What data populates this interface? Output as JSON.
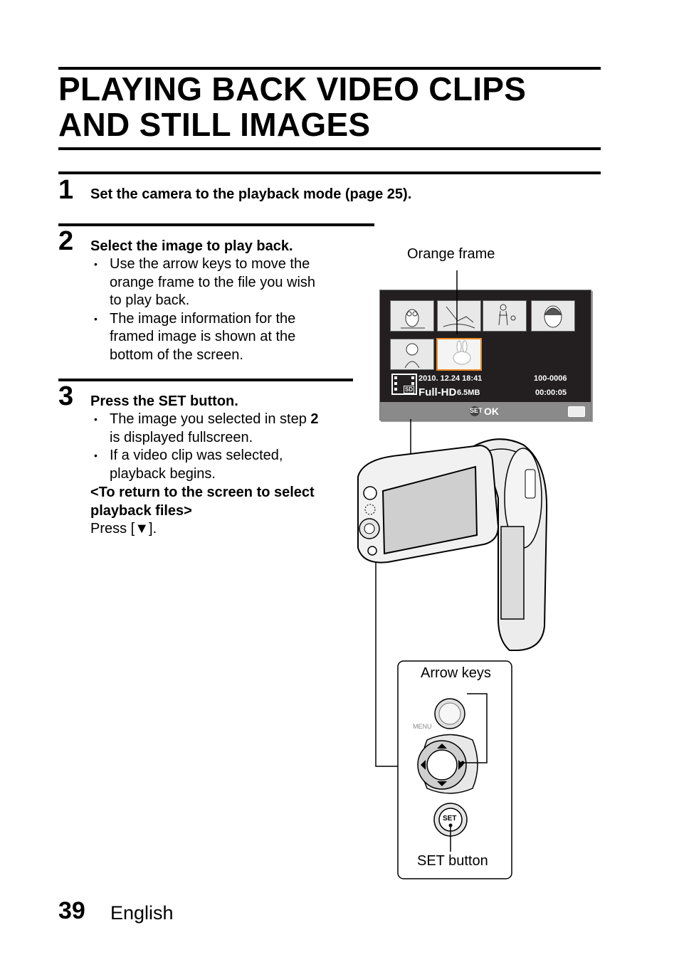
{
  "page": {
    "title": "PLAYING BACK VIDEO CLIPS AND STILL IMAGES",
    "page_number": "39",
    "language": "English"
  },
  "steps": [
    {
      "number": "1",
      "heading": "Set the camera to the playback mode (page 25)."
    },
    {
      "number": "2",
      "heading": "Select the image to play back.",
      "bullets": [
        "Use the arrow keys to move the orange frame to the file you wish to play back.",
        "The image information for the framed image is shown at the bottom of the screen."
      ]
    },
    {
      "number": "3",
      "heading": "Press the SET button.",
      "bullets": [
        [
          "The image you selected in step ",
          "2",
          " is displayed fullscreen."
        ],
        "If a video clip was selected, playback begins."
      ],
      "return_heading": "<To return to the screen to select playback files>",
      "return_text": "Press [▼]."
    }
  ],
  "figure": {
    "callout_orange_frame": "Orange frame",
    "callout_arrow_keys": "Arrow keys",
    "callout_set_button": "SET button",
    "accent_color": "#f08a24",
    "screen": {
      "datetime": "2010. 12.24  18:41",
      "file_number": "100-0006",
      "resolution": "Full-HD",
      "file_size": "6.5MB",
      "duration": "00:00:05",
      "set_label": "SET",
      "ok_label": "OK",
      "sd_label": "SD"
    },
    "control_pad": {
      "menu_label": "MENU",
      "set_label": "SET"
    }
  }
}
